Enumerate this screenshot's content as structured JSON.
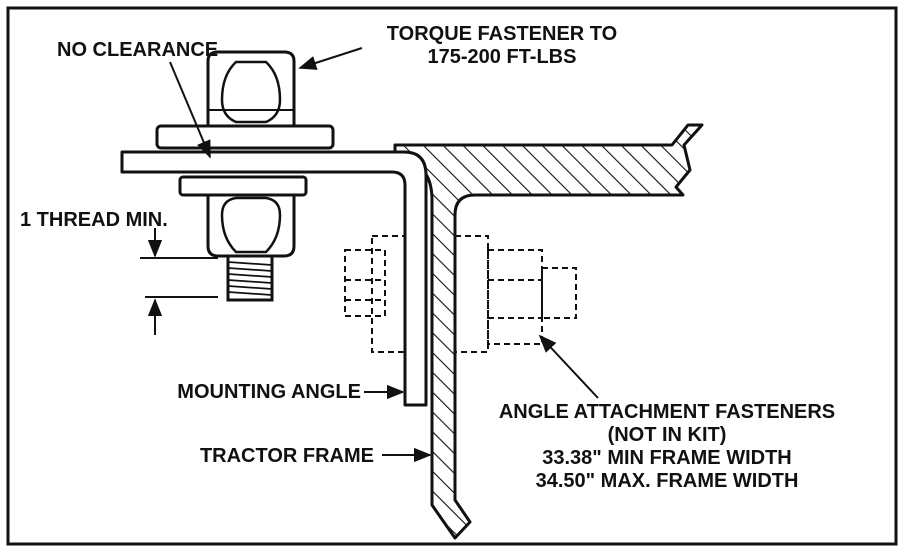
{
  "labels": {
    "no_clearance": "NO CLEARANCE",
    "torque_line1": "TORQUE FASTENER TO",
    "torque_line2": "175-200 FT-LBS",
    "thread_min": "1 THREAD MIN.",
    "mounting_angle": "MOUNTING ANGLE",
    "tractor_frame": "TRACTOR FRAME",
    "attach_line1": "ANGLE ATTACHMENT FASTENERS",
    "attach_line2": "(NOT IN KIT)",
    "attach_line3": "33.38\" MIN FRAME WIDTH",
    "attach_line4": "34.50\" MAX. FRAME WIDTH"
  },
  "colors": {
    "ink": "#111111",
    "paper": "#ffffff"
  }
}
